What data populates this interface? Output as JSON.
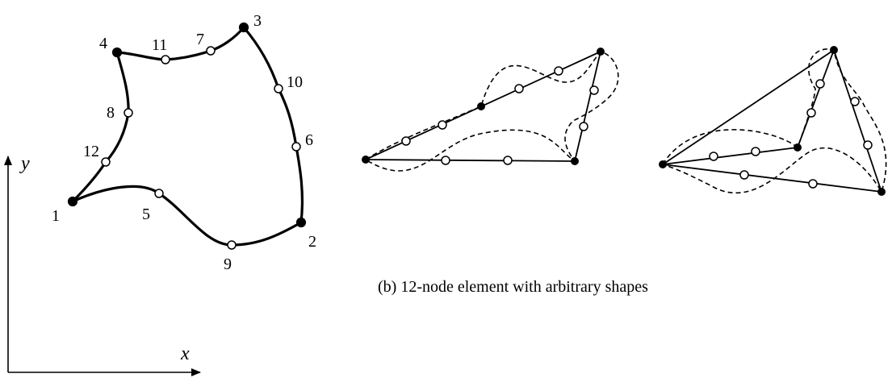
{
  "axes": {
    "x_label": "x",
    "y_label": "y"
  },
  "nodes": {
    "n1": "1",
    "n2": "2",
    "n3": "3",
    "n4": "4",
    "n5": "5",
    "n6": "6",
    "n7": "7",
    "n8": "8",
    "n9": "9",
    "n10": "10",
    "n11": "11",
    "n12": "12"
  },
  "caption": "(b) 12-node element with arbitrary shapes"
}
